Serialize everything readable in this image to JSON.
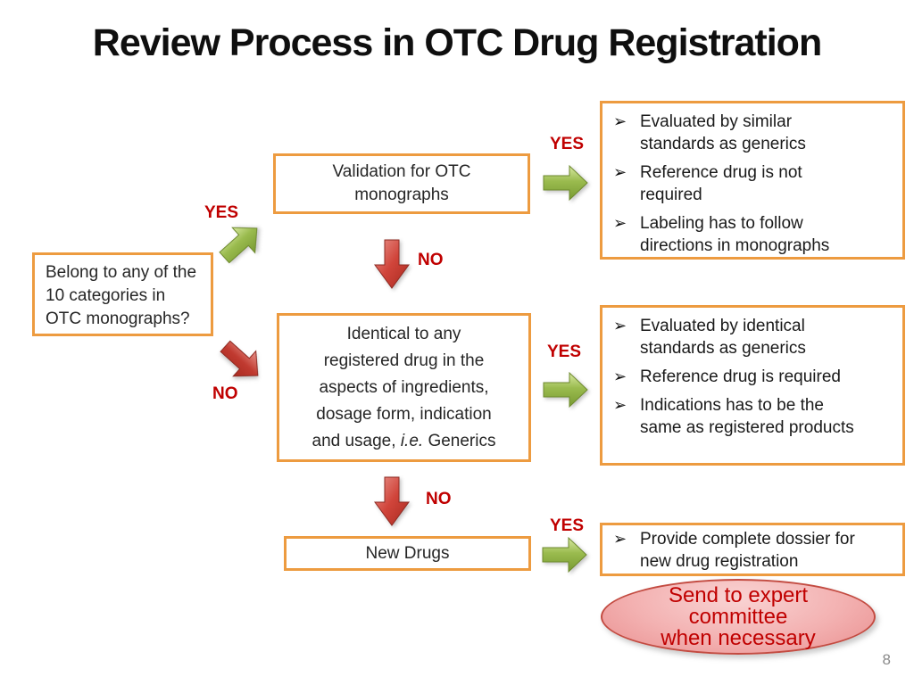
{
  "title": "Review Process in OTC Drug Registration",
  "page_number": "8",
  "bullet_glyph": "➢",
  "labels": {
    "yes": "YES",
    "no": "NO"
  },
  "colors": {
    "box_border": "#ED9B40",
    "yes_no_label": "#C00000",
    "green_arrow": "#8FB042",
    "red_arrow": "#C0392B",
    "ellipse_fill": "#F3B1B1",
    "ellipse_border": "#C34B41",
    "ellipse_text": "#C00000",
    "body_text": "#262626",
    "page_number_color": "#8A8A8A"
  },
  "boxes": {
    "question": {
      "text": "Belong to any of the 10 categories in OTC monographs?"
    },
    "validation": {
      "text": "Validation for OTC monographs"
    },
    "generics": {
      "text_1": "Identical to any registered drug in the aspects of ingredients, dosage form, indication and usage, ",
      "ie": "i.e.",
      "text_2": " Generics"
    },
    "new_drugs": {
      "text": "New Drugs"
    }
  },
  "right_panels": [
    {
      "bullets": [
        "Evaluated by similar standards  as generics",
        "Reference drug is not required",
        "Labeling has to follow directions in monographs"
      ]
    },
    {
      "bullets": [
        "Evaluated by identical standards as generics",
        "Reference drug is required",
        "Indications has to be the same as registered products"
      ]
    },
    {
      "bullets": [
        "Provide complete dossier for new drug registration"
      ]
    }
  ],
  "ellipse": {
    "lines": [
      "Send to expert",
      "committee",
      "when necessary"
    ]
  }
}
